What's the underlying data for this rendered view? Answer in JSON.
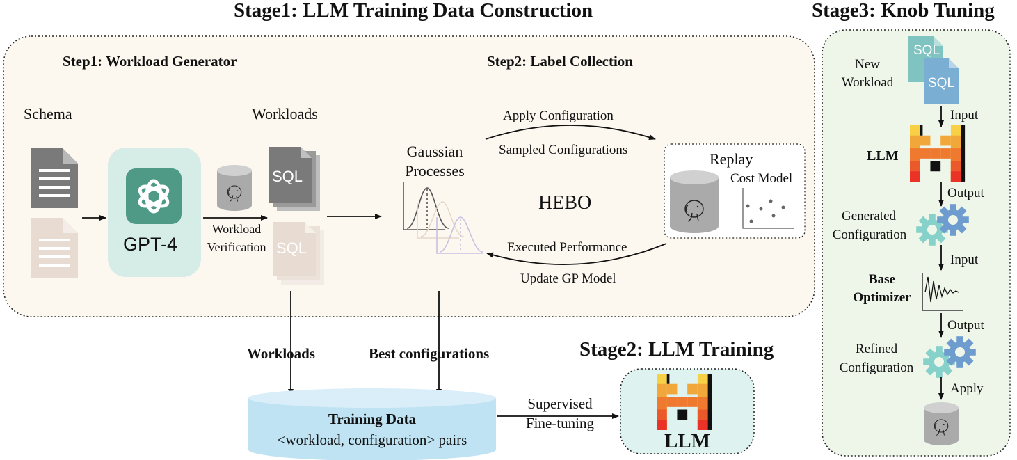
{
  "stage1": {
    "title": "Stage1: LLM Training Data Construction",
    "step1": "Step1: Workload Generator",
    "step2": "Step2: Label Collection",
    "schema_label": "Schema",
    "workloads_label": "Workloads",
    "gpt_label": "GPT-4",
    "sql_text": "SQL",
    "verification_line1": "Workload",
    "verification_line2": "Verification",
    "gp_line1": "Gaussian",
    "gp_line2": "Processes",
    "hebo": "HEBO",
    "apply_config": "Apply Configuration",
    "sampled_configs": "Sampled Configurations",
    "executed_perf": "Executed Performance",
    "update_gp": "Update GP Model",
    "replay": "Replay",
    "cost_model": "Cost Model"
  },
  "stage2": {
    "title": "Stage2: LLM Training",
    "workloads_out": "Workloads",
    "best_configs": "Best configurations",
    "training_data_title": "Training Data",
    "training_data_sub": "<workload, configuration> pairs",
    "sft_line1": "Supervised",
    "sft_line2": "Fine-tuning",
    "llm_label": "LLM"
  },
  "stage3": {
    "title": "Stage3: Knob Tuning",
    "new_workload_line1": "New",
    "new_workload_line2": "Workload",
    "input1": "Input",
    "llm_label": "LLM",
    "output1": "Output",
    "generated_line1": "Generated",
    "generated_line2": "Configuration",
    "input2": "Input",
    "base_line1": "Base",
    "base_line2": "Optimizer",
    "output2": "Output",
    "refined_line1": "Refined",
    "refined_line2": "Configuration",
    "apply": "Apply"
  },
  "colors": {
    "stage1_bg": "#fcf8f0",
    "stage3_bg": "#eef6ea",
    "gpt_bg": "#d6ece6",
    "gpt_logo": "#4e9a86",
    "llm_box_bg": "#def3ef",
    "training_cyl": "#bfe3f3",
    "doc_dark": "#7a7a7a",
    "doc_light": "#e8dcd2",
    "sql_teal": "#7fc4c0",
    "sql_blue": "#7aaed2",
    "gear_teal": "#86d1ca",
    "gear_blue": "#6e9ccf",
    "db_gray": "#aaaaaa"
  },
  "icons": [
    "document-icon",
    "openai-logo-icon",
    "database-icon",
    "sql-file-icon",
    "gaussian-curves-icon",
    "scatter-plot-icon",
    "mistral-logo-icon",
    "gear-icon",
    "signal-wave-icon"
  ]
}
